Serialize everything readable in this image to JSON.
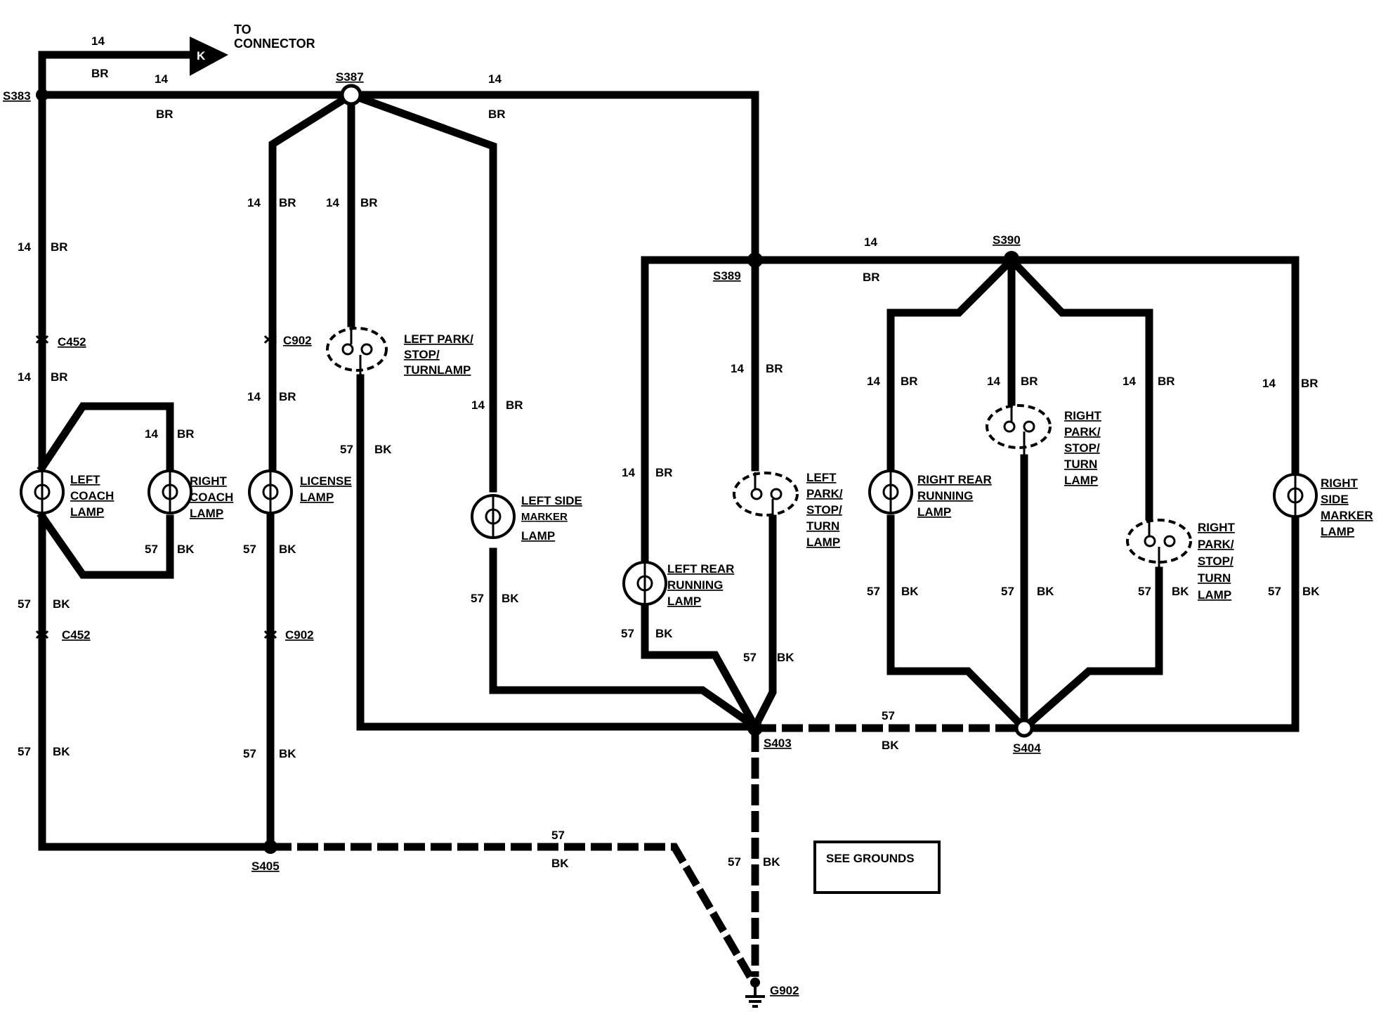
{
  "connector": {
    "to": "TO",
    "target": "CONNECTOR",
    "pin": "K"
  },
  "splices": {
    "s383": "S383",
    "s387": "S387",
    "s389": "S389",
    "s390": "S390",
    "s403": "S403",
    "s404": "S404",
    "s405": "S405",
    "g902": "G902"
  },
  "connectors": {
    "c452_top": "C452",
    "c452_bot": "C452",
    "c902_top": "C902",
    "c902_bot": "C902"
  },
  "gauge": {
    "g14": "14",
    "g57": "57"
  },
  "color": {
    "br": "BR",
    "bk": "BK"
  },
  "lamps": {
    "left_coach": [
      "LEFT",
      "COACH",
      "LAMP"
    ],
    "right_coach": [
      "RIGHT",
      "COACH",
      "LAMP"
    ],
    "license": [
      "LICENSE",
      "LAMP"
    ],
    "left_park_top": [
      "LEFT PARK/",
      "STOP/",
      "TURNLAMP"
    ],
    "left_side_marker": [
      "LEFT SIDE",
      "MARKER",
      "LAMP"
    ],
    "left_rear_running": [
      "LEFT REAR",
      "RUNNING",
      "LAMP"
    ],
    "left_park": [
      "LEFT",
      "PARK/",
      "STOP/",
      "TURN",
      "LAMP"
    ],
    "right_rear_running": [
      "RIGHT REAR",
      "RUNNING",
      "LAMP"
    ],
    "right_park_top": [
      "RIGHT",
      "PARK/",
      "STOP/",
      "TURN",
      "LAMP"
    ],
    "right_park": [
      "RIGHT",
      "PARK/",
      "STOP/",
      "TURN",
      "LAMP"
    ],
    "right_side_marker": [
      "RIGHT",
      "SIDE",
      "MARKER",
      "LAMP"
    ]
  },
  "see_grounds": "SEE GROUNDS"
}
